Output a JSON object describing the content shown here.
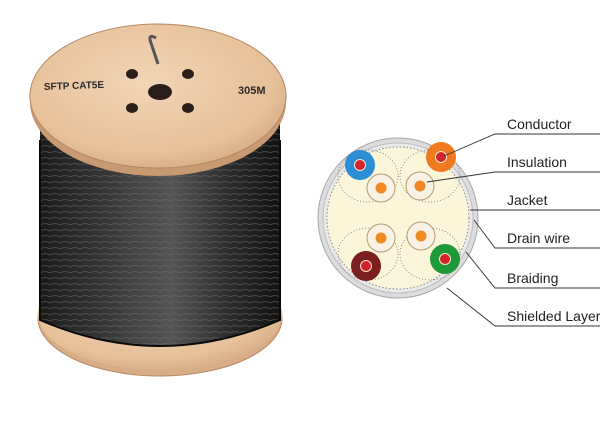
{
  "reel": {
    "label_left": "SFTP CAT5E",
    "label_right": "305M"
  },
  "cross_section": {
    "callouts": [
      {
        "id": "conductor",
        "text": "Conductor"
      },
      {
        "id": "insulation",
        "text": "Insulation"
      },
      {
        "id": "jacket",
        "text": "Jacket"
      },
      {
        "id": "drain-wire",
        "text": "Drain wire"
      },
      {
        "id": "braiding",
        "text": "Braiding"
      },
      {
        "id": "shielded-layer",
        "text": "Shielded Layer"
      }
    ],
    "colors": {
      "jacket": "#fbf6d9",
      "outer_ring": "#c9c9c9",
      "insulation": "#f3f0e4",
      "conductor": "#f08a24",
      "pair_blue": "#2c8fd6",
      "pair_orange": "#ef7a1f",
      "pair_brown": "#7a1e1e",
      "pair_green": "#1f9a3a",
      "core_red": "#d4232a"
    }
  }
}
